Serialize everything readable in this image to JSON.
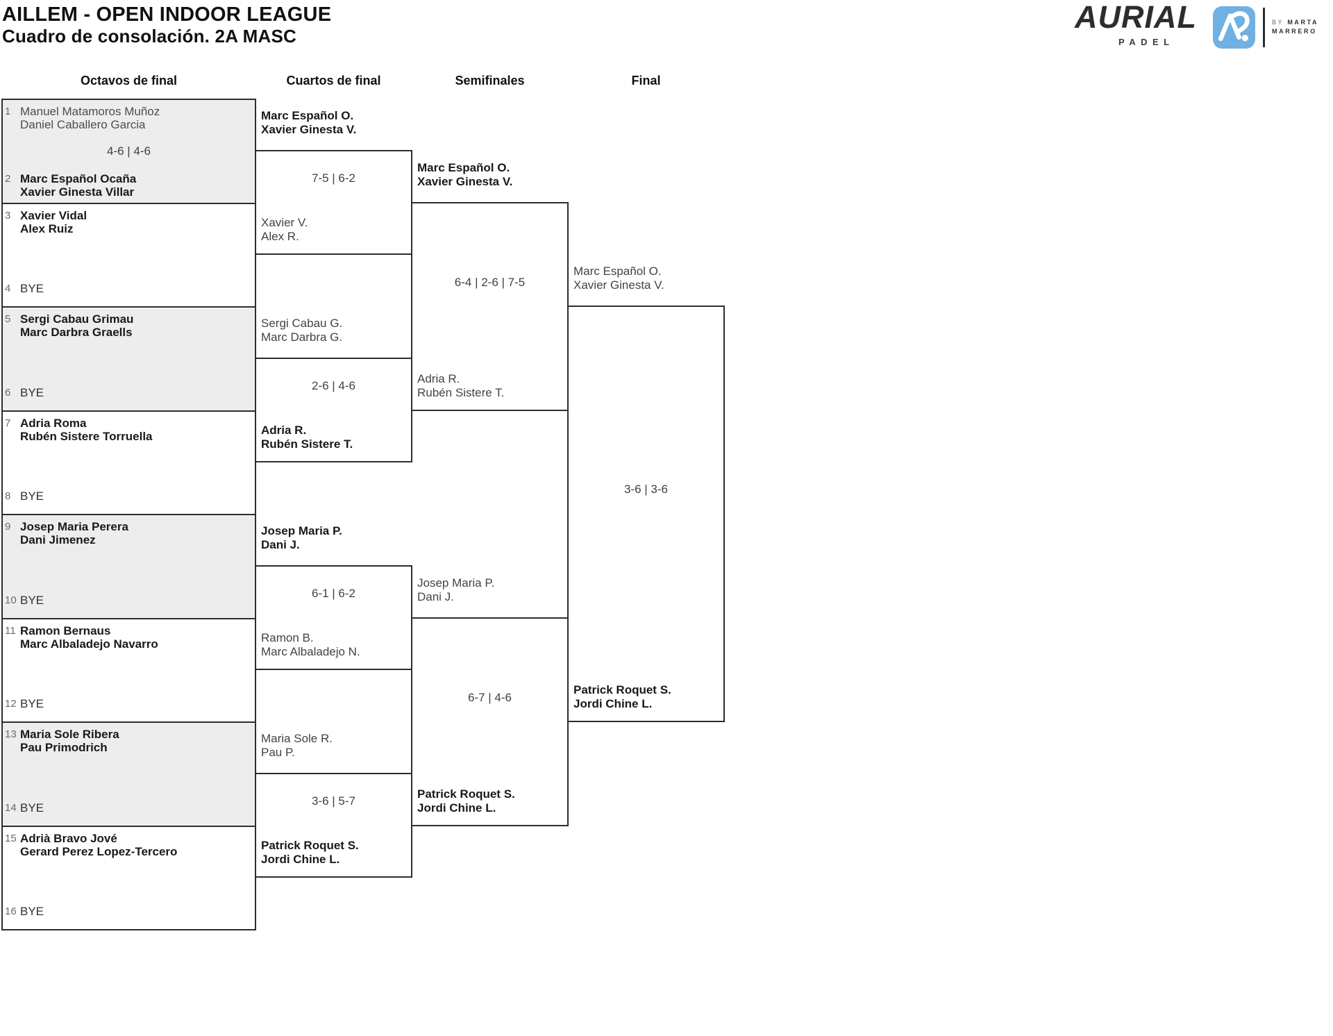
{
  "header": {
    "title_line1": "AILLEM - OPEN INDOOR LEAGUE",
    "title_line2": "Cuadro de consolación. 2A MASC"
  },
  "logo": {
    "brand": "AURIAL",
    "sub": "PADEL",
    "by_prefix": "BY",
    "by_name1": "MARTA",
    "by_name2": "MARRERO",
    "icon": "aurial-ap-monogram-icon",
    "icon_color": "#6FB1E2"
  },
  "rounds": [
    "Octavos de final",
    "Cuartos de final",
    "Semifinales",
    "Final"
  ],
  "colors": {
    "line": "#2d2d2d",
    "box_alt_bg": "#ededed",
    "winner_text": "#191919",
    "regular_text": "#434343",
    "accent_blue": "#6FB1E2"
  },
  "bracket": {
    "r16_matches": [
      {
        "score": "4-6 | 4-6",
        "slots": [
          {
            "n": "1",
            "lines": [
              "Manuel Matamoros Muñoz",
              "Daniel Caballero Garcia"
            ],
            "winner": false,
            "bye": false
          },
          {
            "n": "2",
            "lines": [
              "Marc Español Ocaña",
              "Xavier Ginesta Villar"
            ],
            "winner": true,
            "bye": false
          }
        ]
      },
      {
        "score": "",
        "slots": [
          {
            "n": "3",
            "lines": [
              "Xavier Vidal",
              "Alex Ruiz"
            ],
            "winner": true,
            "bye": false
          },
          {
            "n": "4",
            "lines": [
              "BYE"
            ],
            "winner": false,
            "bye": true
          }
        ]
      },
      {
        "score": "",
        "slots": [
          {
            "n": "5",
            "lines": [
              "Sergi Cabau Grimau",
              "Marc Darbra Graells"
            ],
            "winner": true,
            "bye": false
          },
          {
            "n": "6",
            "lines": [
              "BYE"
            ],
            "winner": false,
            "bye": true
          }
        ]
      },
      {
        "score": "",
        "slots": [
          {
            "n": "7",
            "lines": [
              "Adria Roma",
              "Rubén Sistere Torruella"
            ],
            "winner": true,
            "bye": false
          },
          {
            "n": "8",
            "lines": [
              "BYE"
            ],
            "winner": false,
            "bye": true
          }
        ]
      },
      {
        "score": "",
        "slots": [
          {
            "n": "9",
            "lines": [
              "Josep Maria Perera",
              "Dani Jimenez"
            ],
            "winner": true,
            "bye": false
          },
          {
            "n": "10",
            "lines": [
              "BYE"
            ],
            "winner": false,
            "bye": true
          }
        ]
      },
      {
        "score": "",
        "slots": [
          {
            "n": "11",
            "lines": [
              "Ramon Bernaus",
              "Marc Albaladejo Navarro"
            ],
            "winner": true,
            "bye": false
          },
          {
            "n": "12",
            "lines": [
              "BYE"
            ],
            "winner": false,
            "bye": true
          }
        ]
      },
      {
        "score": "",
        "slots": [
          {
            "n": "13",
            "lines": [
              "Maria Sole Ribera",
              "Pau Primodrich"
            ],
            "winner": true,
            "bye": false
          },
          {
            "n": "14",
            "lines": [
              "BYE"
            ],
            "winner": false,
            "bye": true
          }
        ]
      },
      {
        "score": "",
        "slots": [
          {
            "n": "15",
            "lines": [
              "Adrià Bravo Jové",
              "Gerard Perez Lopez-Tercero"
            ],
            "winner": true,
            "bye": false
          },
          {
            "n": "16",
            "lines": [
              "BYE"
            ],
            "winner": false,
            "bye": true
          }
        ]
      }
    ],
    "quarterfinals": [
      {
        "score": "7-5 | 6-2",
        "top": {
          "lines": [
            "Marc Español O.",
            "Xavier Ginesta V."
          ],
          "winner": true
        },
        "bottom": {
          "lines": [
            "Xavier V.",
            "Alex R."
          ],
          "winner": false
        }
      },
      {
        "score": "2-6 | 4-6",
        "top": {
          "lines": [
            "Sergi Cabau G.",
            "Marc Darbra G."
          ],
          "winner": false
        },
        "bottom": {
          "lines": [
            "Adria R.",
            "Rubén Sistere T."
          ],
          "winner": true
        }
      },
      {
        "score": "6-1 | 6-2",
        "top": {
          "lines": [
            "Josep Maria P.",
            "Dani J."
          ],
          "winner": true
        },
        "bottom": {
          "lines": [
            "Ramon B.",
            "Marc Albaladejo N."
          ],
          "winner": false
        }
      },
      {
        "score": "3-6 | 5-7",
        "top": {
          "lines": [
            "Maria Sole R.",
            "Pau P."
          ],
          "winner": false
        },
        "bottom": {
          "lines": [
            "Patrick Roquet S.",
            "Jordi Chine L."
          ],
          "winner": true
        }
      }
    ],
    "semifinals": [
      {
        "score": "6-4 | 2-6 | 7-5",
        "top": {
          "lines": [
            "Marc Español O.",
            "Xavier Ginesta V."
          ],
          "winner": true
        },
        "bottom": {
          "lines": [
            "Adria R.",
            "Rubén Sistere T."
          ],
          "winner": false
        }
      },
      {
        "score": "6-7 | 4-6",
        "top": {
          "lines": [
            "Josep Maria P.",
            "Dani J."
          ],
          "winner": false
        },
        "bottom": {
          "lines": [
            "Patrick Roquet S.",
            "Jordi Chine L."
          ],
          "winner": true
        }
      }
    ],
    "final": {
      "score": "3-6 | 3-6",
      "top": {
        "lines": [
          "Marc Español O.",
          "Xavier Ginesta V."
        ],
        "winner": false
      },
      "bottom": {
        "lines": [
          "Patrick Roquet S.",
          "Jordi Chine L."
        ],
        "winner": true
      }
    }
  }
}
